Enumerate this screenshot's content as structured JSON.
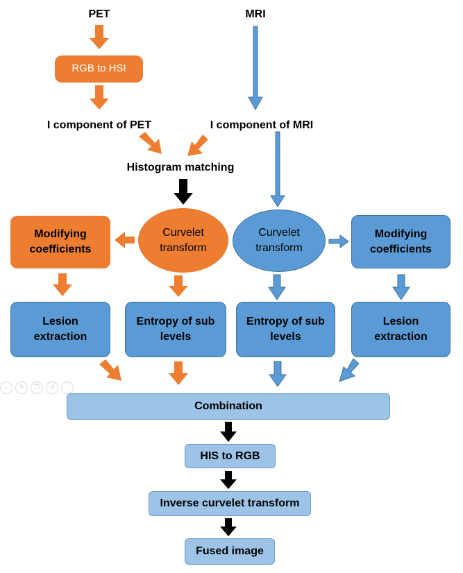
{
  "colors": {
    "orange": "#ED7D31",
    "blue": "#5B9BD5",
    "pale_blue": "#9DC3E6",
    "black": "#000000"
  },
  "labels": {
    "pet": "PET",
    "mri": "MRI",
    "rgb_to_hsi": "RGB to HSI",
    "i_component_pet": "I component of PET",
    "i_component_mri": "I component of MRI",
    "histogram_matching": "Histogram matching",
    "curvelet_transform_left": "Curvelet transform",
    "curvelet_transform_right": "Curvelet transform",
    "modifying_coefficients_left": "Modifying coefficients",
    "modifying_coefficients_right": "Modifying coefficients",
    "lesion_extraction_left": "Lesion extraction",
    "lesion_extraction_right": "Lesion extraction",
    "entropy_left": "Entropy of sub levels",
    "entropy_right": "Entropy of sub levels",
    "combination": "Combination",
    "his_to_rgb": "HIS to RGB",
    "inverse_curvelet": "Inverse curvelet transform",
    "fused_image": "Fused image"
  },
  "toolbar_icons": [
    "arrow-icon",
    "pen-icon",
    "copy-icon",
    "undo-icon",
    "circle-icon"
  ]
}
